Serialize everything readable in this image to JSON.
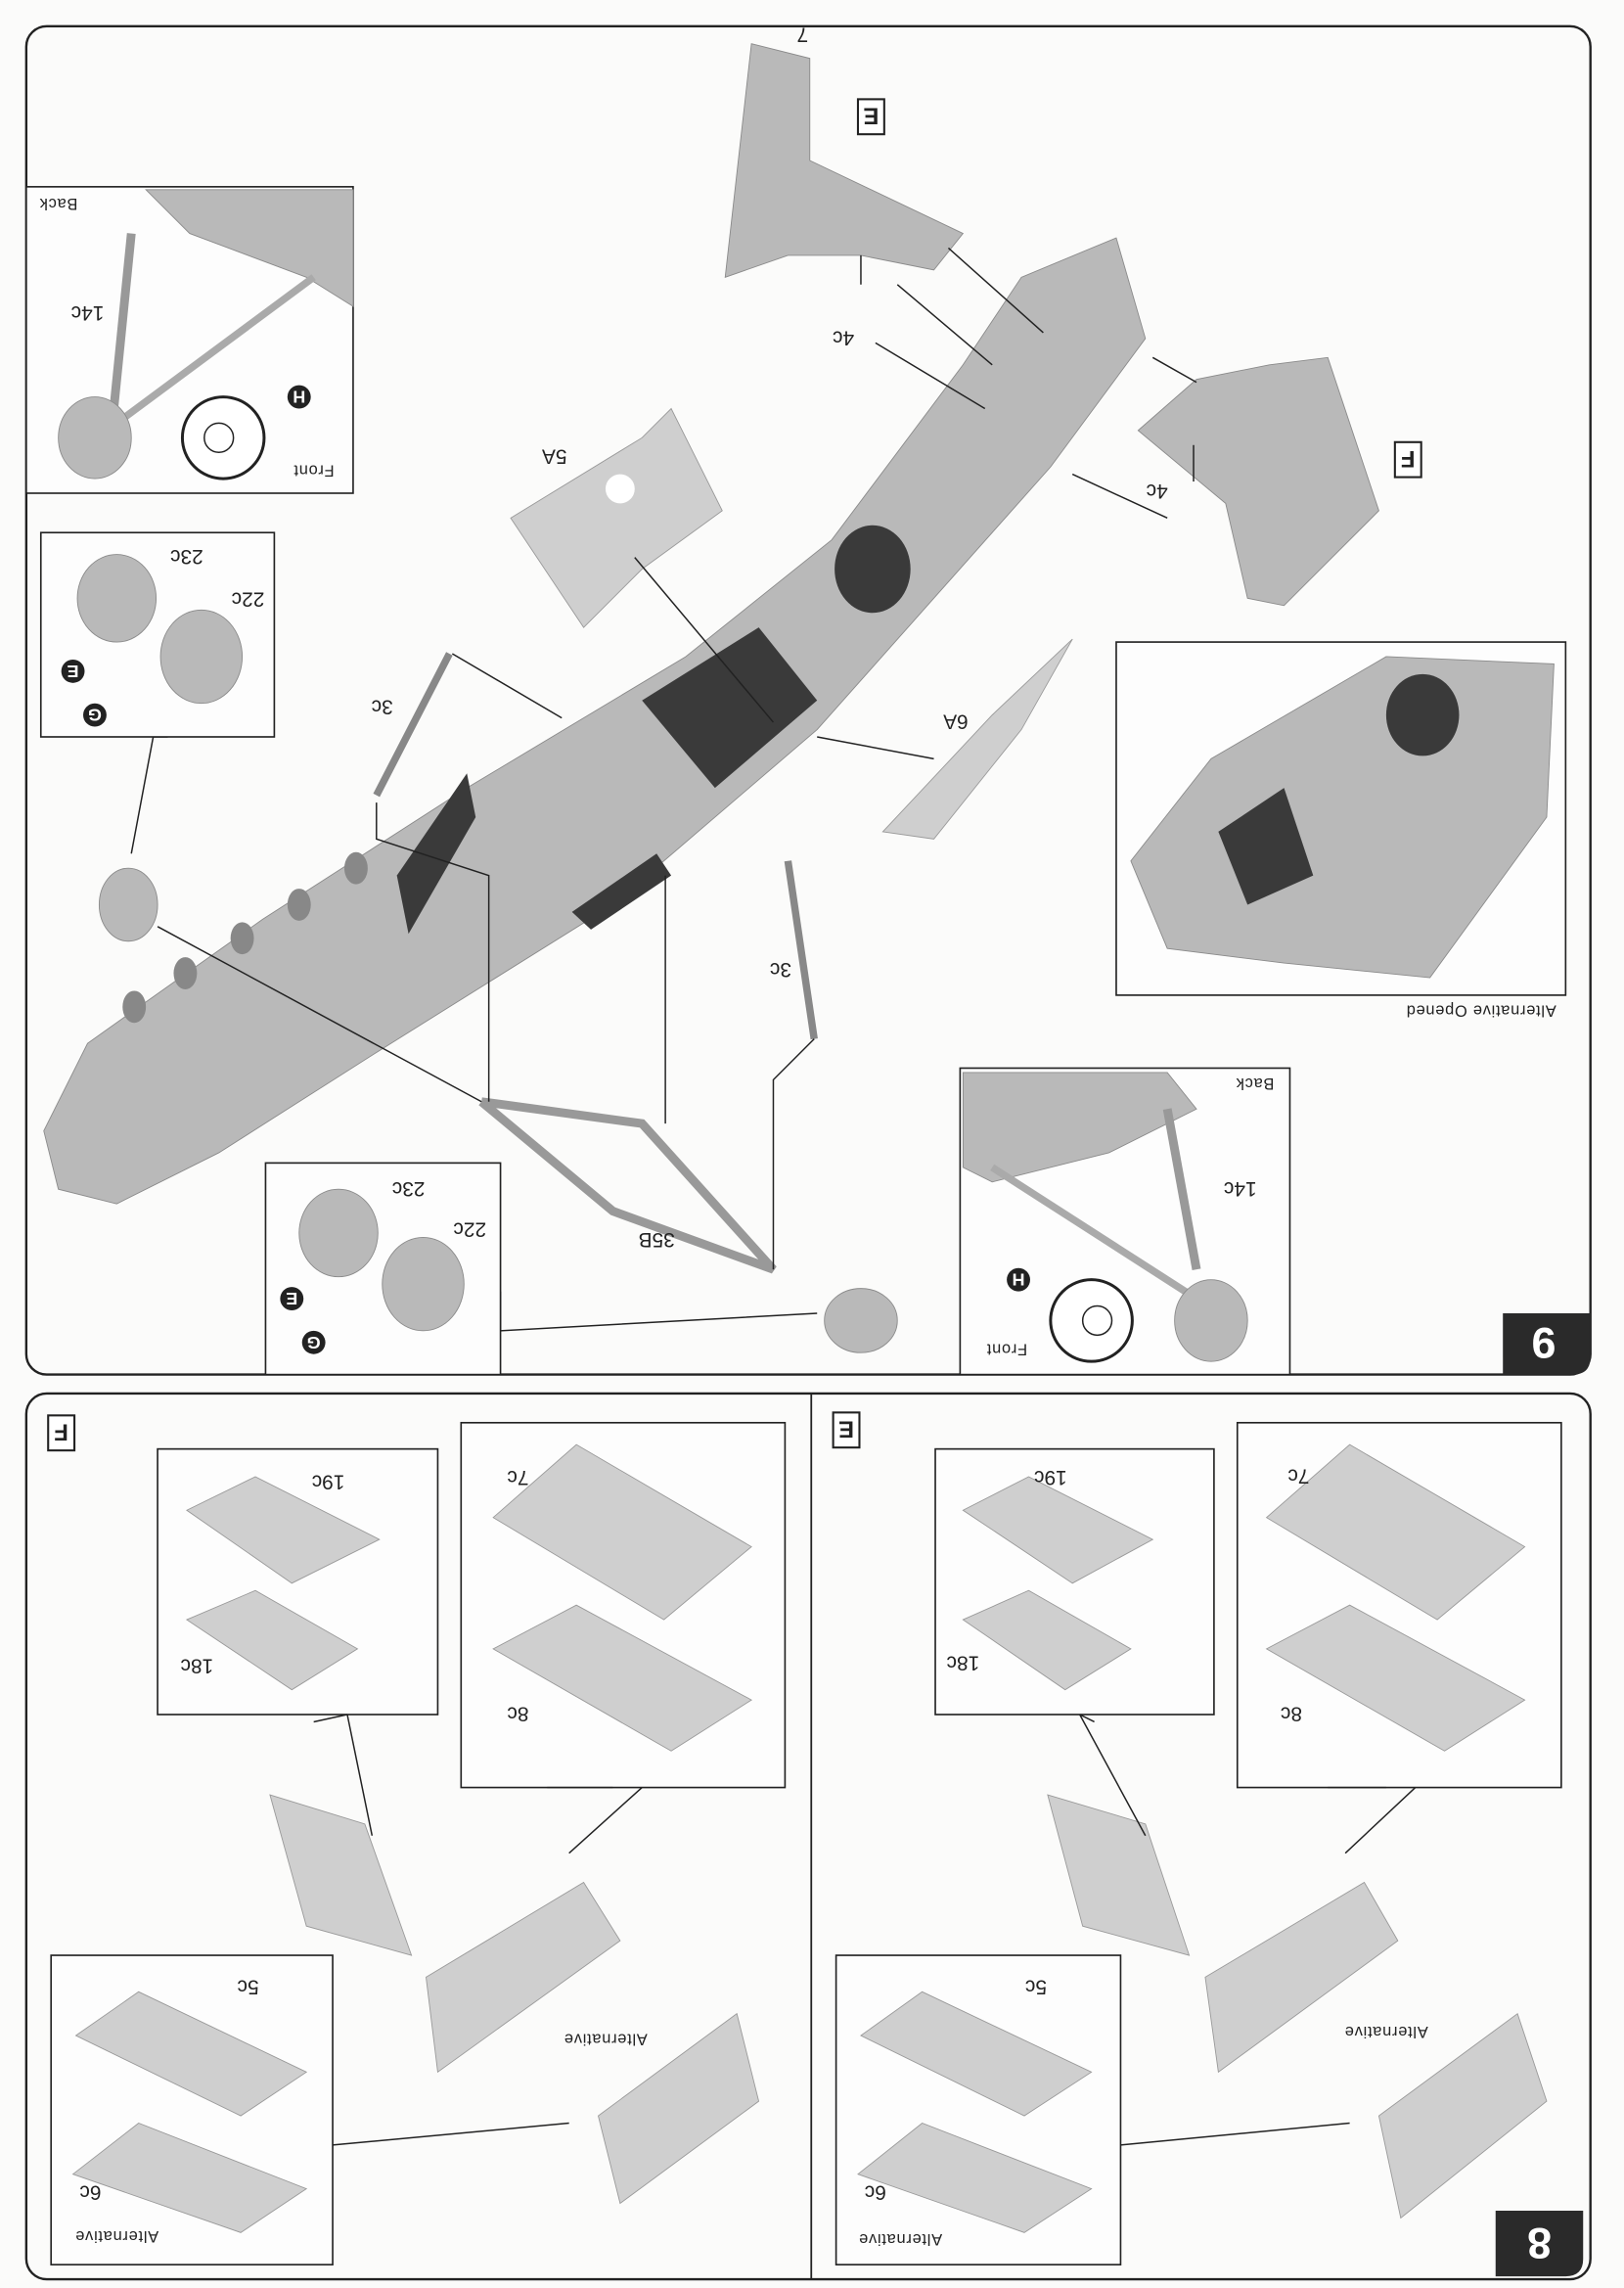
{
  "page_number": "7",
  "step9": {
    "badge": "9",
    "callout_e": "E",
    "callout_f": "F",
    "inset_gear_1": {
      "back": "Back",
      "part": "14c",
      "marker": "H",
      "front": "Front"
    },
    "inset_wheel_1": {
      "part_a": "23c",
      "part_b": "22c",
      "marker_e": "E",
      "marker_g": "G"
    },
    "inset_gear_2": {
      "back": "Back",
      "part": "14c",
      "marker": "H",
      "front": "Front"
    },
    "inset_wheel_2": {
      "part_a": "23c",
      "part_b": "22c",
      "marker_e": "E",
      "marker_g": "G"
    },
    "parts": {
      "p5a": "5A",
      "p4c_a": "4c",
      "p4c_b": "4c",
      "p3c_a": "3c",
      "p3c_b": "3c",
      "p6a": "6A",
      "p35b": "35B"
    },
    "alternative_caption": "Alternative Opened"
  },
  "step8": {
    "badge": "8",
    "panel_e": {
      "callout": "E",
      "p7c": "7c",
      "p19c": "19c",
      "p18c": "18c",
      "p8c": "8c",
      "p5c": "5c",
      "p6c": "6c",
      "alt1": "Alternative",
      "alt2": "Alternative"
    },
    "panel_f": {
      "callout": "F",
      "p7c": "7c",
      "p19c": "19c",
      "p18c": "18c",
      "p8c": "8c",
      "p5c": "5c",
      "p6c": "6c",
      "alt1": "Alternative",
      "alt2": "Alternative"
    }
  }
}
